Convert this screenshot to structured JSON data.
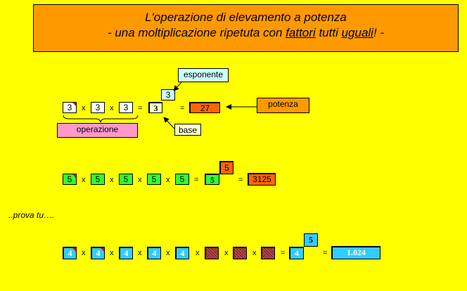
{
  "title": {
    "line1": "L'operazione di elevamento a potenza",
    "line2_a": "- una moltiplicazione ripetuta con ",
    "line2_b": "fattori",
    "line2_c": " tutti ",
    "line2_d": "uguali",
    "line2_e": "! -"
  },
  "example": {
    "factors": [
      "3",
      "3",
      "3"
    ],
    "times": "x",
    "equals": "=",
    "base": "3",
    "exponent": "3",
    "result": "27",
    "labels": {
      "esponente": "esponente",
      "potenza": "potenza",
      "operazione": "operazione",
      "base": "base"
    }
  },
  "row2": {
    "factors": [
      "5",
      "5",
      "5",
      "5",
      "5"
    ],
    "base": "5",
    "exponent": "5",
    "result": "3125"
  },
  "try": {
    "prompt": "..prova tu….",
    "factors": [
      "4",
      "4",
      "4",
      "4",
      "4",
      "",
      "",
      ""
    ],
    "base": "4",
    "exponent": "5",
    "result": "1.024"
  },
  "colors": {
    "background": "#ffff00",
    "banner": "#ff9900",
    "green": "#33ff33",
    "cyan": "#33ccff",
    "orange": "#ff6600",
    "pink": "#ff99cc"
  }
}
